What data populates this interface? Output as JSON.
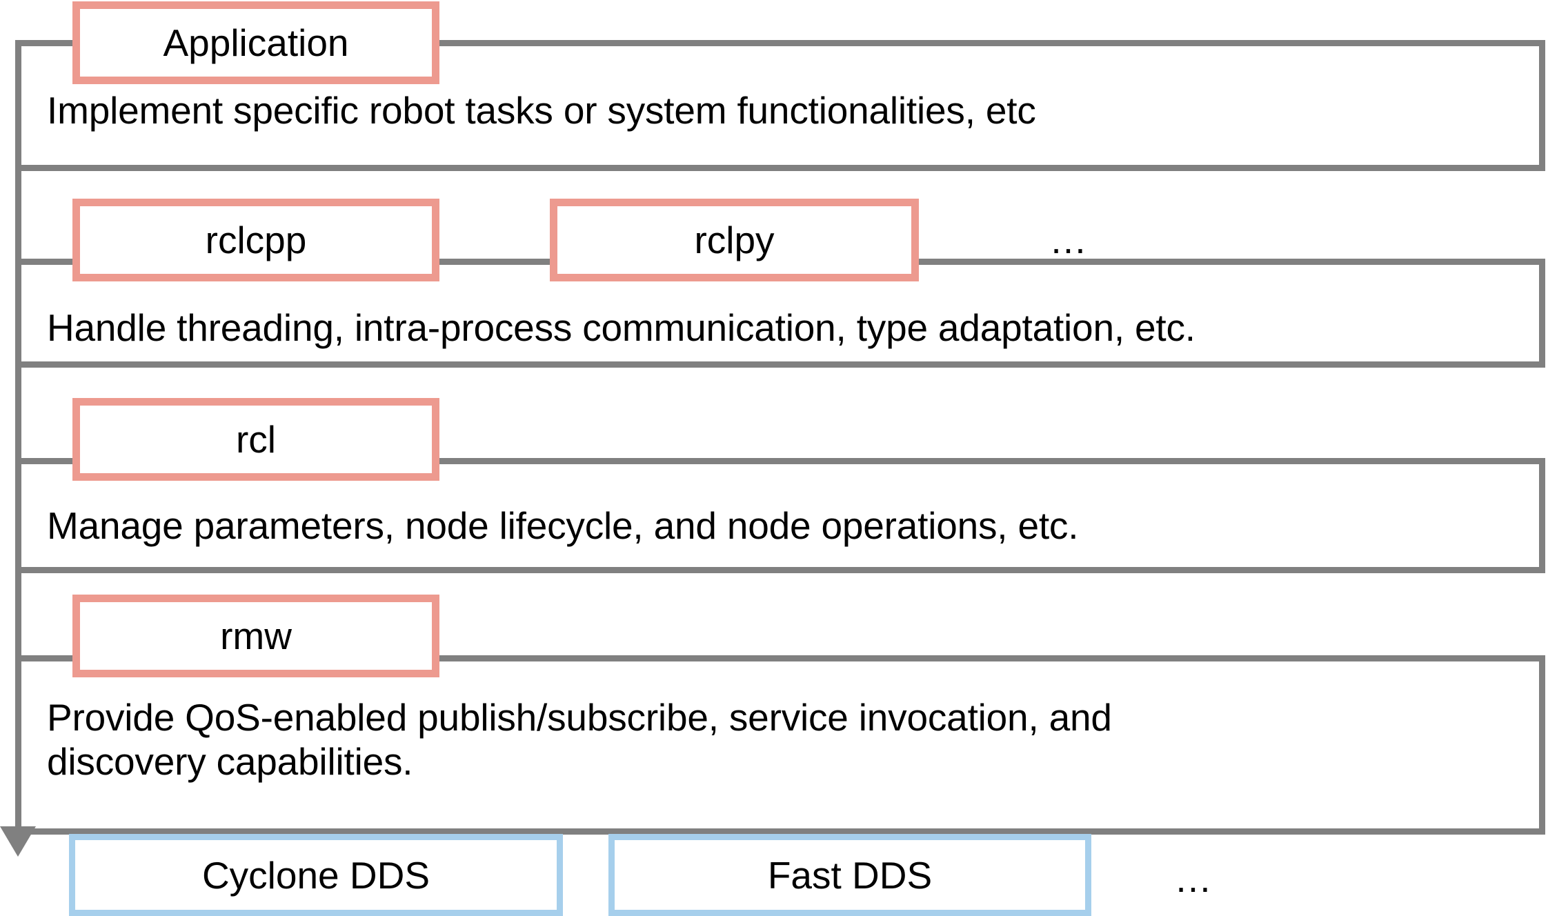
{
  "diagram": {
    "title": "ROS 2 layered architecture stack",
    "colors": {
      "stroke_gray": "#808080",
      "api_box_border_pink": "#ed9a8f",
      "dds_box_border_blue": "#a6cfec",
      "background": "#ffffff",
      "text": "#000000"
    },
    "ellipsis_glyph": "…"
  },
  "layers": [
    {
      "id": "application",
      "boxes": [
        {
          "label": "Application"
        }
      ],
      "description": "Implement specific robot tasks or system functionalities, etc",
      "has_ellipsis": false
    },
    {
      "id": "client-library",
      "boxes": [
        {
          "label": "rclcpp"
        },
        {
          "label": "rclpy"
        }
      ],
      "description": "Handle threading, intra-process communication, type adaptation, etc.",
      "has_ellipsis": true,
      "ellipsis": "…"
    },
    {
      "id": "rcl",
      "boxes": [
        {
          "label": "rcl"
        }
      ],
      "description": "Manage parameters, node lifecycle, and node operations, etc.",
      "has_ellipsis": false
    },
    {
      "id": "rmw",
      "boxes": [
        {
          "label": "rmw"
        }
      ],
      "description": "Provide QoS-enabled publish/subscribe, service invocation, and\ndiscovery capabilities.",
      "has_ellipsis": false
    }
  ],
  "middleware": {
    "id": "dds-implementations",
    "boxes": [
      {
        "label": "Cyclone DDS"
      },
      {
        "label": "Fast DDS"
      }
    ],
    "has_ellipsis": true,
    "ellipsis": "…"
  }
}
